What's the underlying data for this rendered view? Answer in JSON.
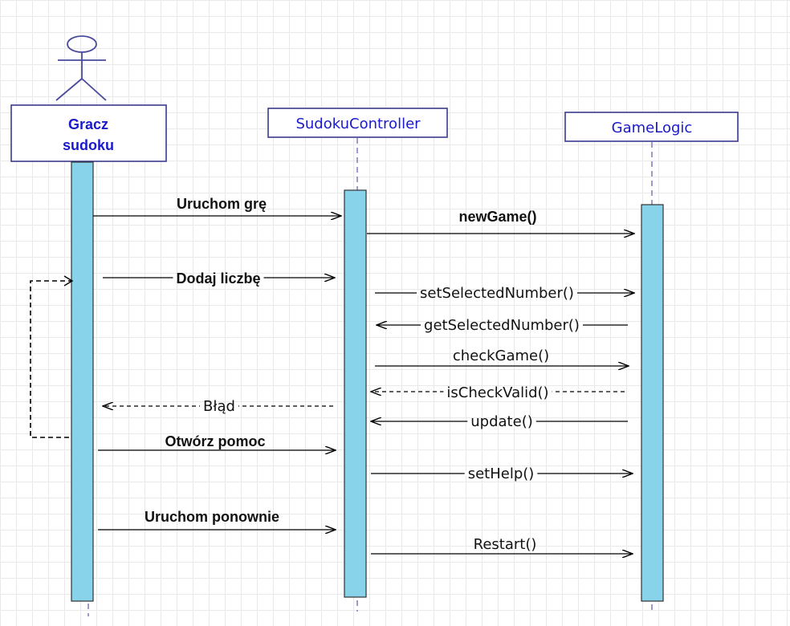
{
  "participants": {
    "player": {
      "line1": "Gracz",
      "line2": "sudoku"
    },
    "controller": {
      "label": "SudokuController"
    },
    "logic": {
      "label": "GameLogic"
    }
  },
  "messages": [
    {
      "label": "Uruchom grę",
      "from": "player",
      "to": "controller",
      "style": "solid",
      "bold": true
    },
    {
      "label": "newGame()",
      "from": "controller",
      "to": "logic",
      "style": "solid",
      "bold": true
    },
    {
      "label": "Dodaj liczbę",
      "from": "player",
      "to": "controller",
      "style": "solid",
      "bold": true
    },
    {
      "label": "setSelectedNumber()",
      "from": "controller",
      "to": "logic",
      "style": "solid",
      "bold": false
    },
    {
      "label": "getSelectedNumber()",
      "from": "logic",
      "to": "controller",
      "style": "solid",
      "bold": false
    },
    {
      "label": "checkGame()",
      "from": "controller",
      "to": "logic",
      "style": "solid",
      "bold": false
    },
    {
      "label": "isCheckValid()",
      "from": "logic",
      "to": "controller",
      "style": "dashed",
      "bold": false
    },
    {
      "label": "Błąd",
      "from": "controller",
      "to": "player",
      "style": "dashed",
      "bold": false
    },
    {
      "label": "update()",
      "from": "logic",
      "to": "controller",
      "style": "solid",
      "bold": false
    },
    {
      "label": "Otwórz pomoc",
      "from": "player",
      "to": "controller",
      "style": "solid",
      "bold": true
    },
    {
      "label": "setHelp()",
      "from": "controller",
      "to": "logic",
      "style": "solid",
      "bold": false
    },
    {
      "label": "Uruchom ponownie",
      "from": "player",
      "to": "controller",
      "style": "solid",
      "bold": true
    },
    {
      "label": "Restart()",
      "from": "controller",
      "to": "logic",
      "style": "solid",
      "bold": false
    }
  ]
}
